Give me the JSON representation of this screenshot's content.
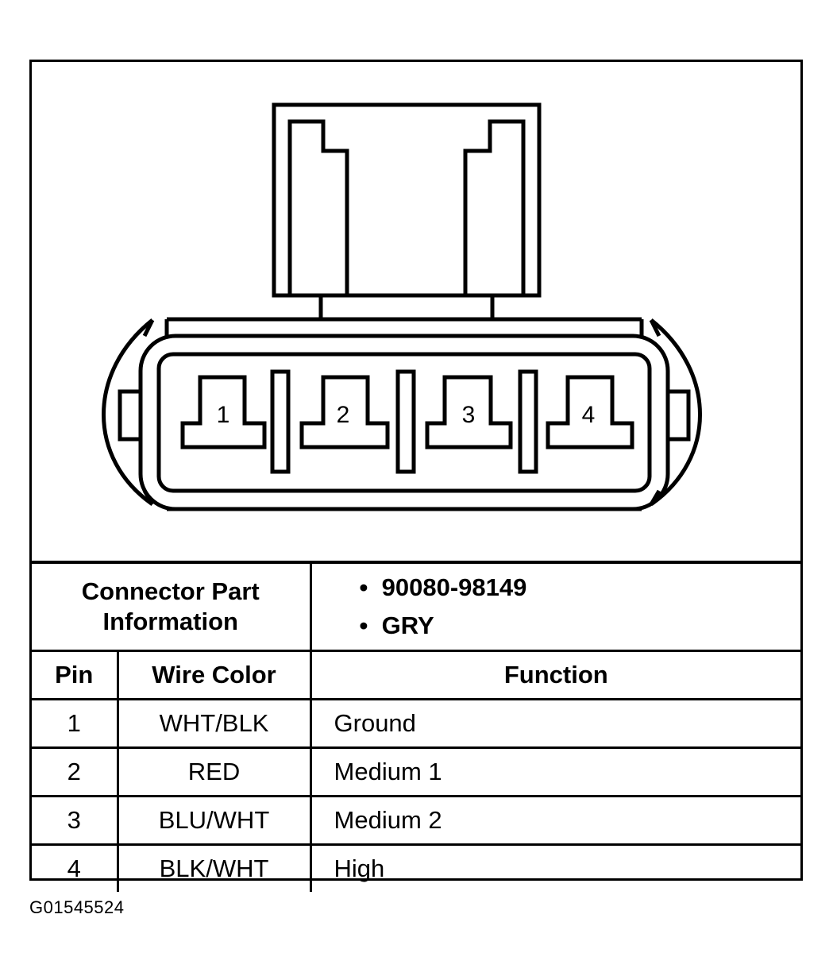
{
  "diagram": {
    "pins": [
      {
        "label": "1"
      },
      {
        "label": "2"
      },
      {
        "label": "3"
      },
      {
        "label": "4"
      }
    ]
  },
  "table": {
    "part_label_line1": "Connector Part",
    "part_label_line2": "Information",
    "part_info": [
      "90080-98149",
      "GRY"
    ],
    "headers": {
      "pin": "Pin",
      "wire_color": "Wire Color",
      "function": "Function"
    },
    "rows": [
      {
        "pin": "1",
        "wire_color": "WHT/BLK",
        "function": "Ground"
      },
      {
        "pin": "2",
        "wire_color": "RED",
        "function": "Medium 1"
      },
      {
        "pin": "3",
        "wire_color": "BLU/WHT",
        "function": "Medium 2"
      },
      {
        "pin": "4",
        "wire_color": "BLK/WHT",
        "function": "High"
      }
    ]
  },
  "caption": "G01545524"
}
